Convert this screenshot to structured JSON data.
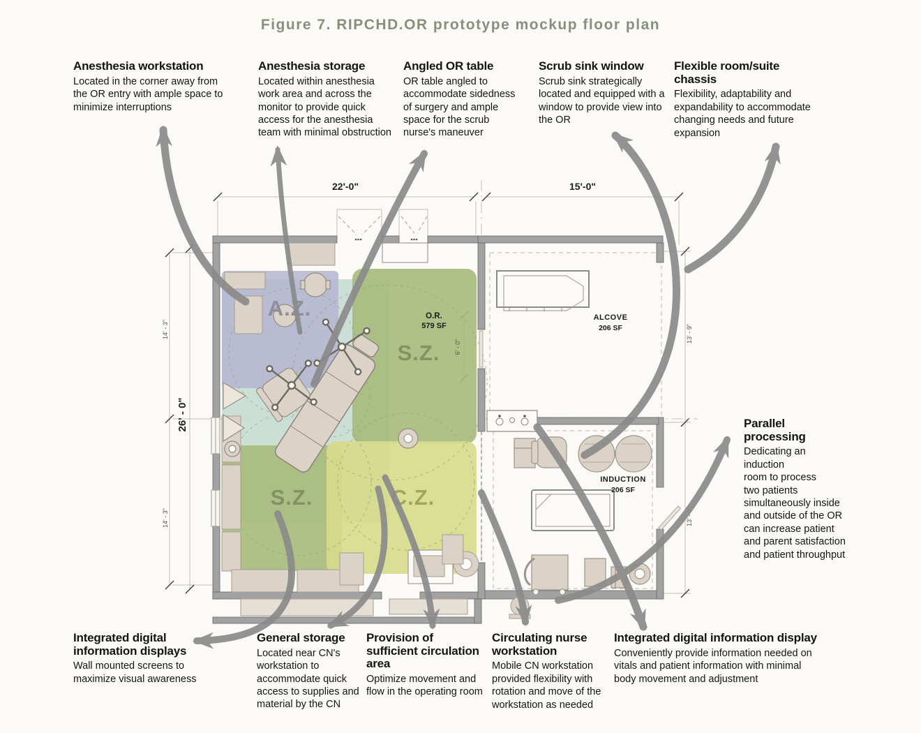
{
  "title": "Figure 7. RIPCHD.OR prototype mockup floor plan",
  "colors": {
    "title_accent": "#87907d",
    "arrow": "#8b8b8b",
    "zone_az": "#b6b6d2",
    "zone_sz": "#a8bc7d",
    "zone_cz": "#d7da8b",
    "zone_prep": "#c0d8cf",
    "wall": "#a2a2a2",
    "furniture": "#dcd3c8"
  },
  "annotations": {
    "top": [
      {
        "heading": "Anesthesia workstation",
        "body": "Located in the corner away from the OR entry with ample space to minimize interruptions"
      },
      {
        "heading": "Anesthesia storage",
        "body": "Located within anesthesia work area and across the monitor to provide quick access for the anesthesia team with minimal obstruction"
      },
      {
        "heading": "Angled OR table",
        "body": "OR table angled to accommodate sidedness of surgery and ample space for the scrub nurse's maneuver"
      },
      {
        "heading": "Scrub sink window",
        "body": "Scrub sink strategically located and equipped with a window to provide view into the OR"
      },
      {
        "heading": "Flexible room/suite chassis",
        "body": "Flexibility, adaptability and expandability to accommodate changing needs and future expansion"
      }
    ],
    "right": {
      "heading": "Parallel processing",
      "body": "Dedicating an\ninduction\nroom to process\ntwo patients\nsimultaneously inside\nand outside of the OR\ncan increase patient\nand parent satisfaction\nand patient throughput"
    },
    "bottom": [
      {
        "heading": "Integrated digital information displays",
        "body": "Wall mounted screens to maximize visual awareness"
      },
      {
        "heading": "General storage",
        "body": "Located near CN's workstation to accommodate quick access to supplies and material by the CN"
      },
      {
        "heading": "Provision of sufficient circulation area",
        "body": "Optimize movement and flow in the operating room"
      },
      {
        "heading": "Circulating nurse workstation",
        "body": "Mobile CN workstation provided flexibility with rotation and move of the workstation as needed"
      },
      {
        "heading": "Integrated digital information display",
        "body": "Conveniently provide information needed on vitals and patient information with minimal body movement and adjustment"
      }
    ]
  },
  "plan": {
    "rooms": {
      "or": {
        "label": "O.R.",
        "area": "579 SF"
      },
      "alcove": {
        "label": "ALCOVE",
        "area": "206 SF"
      },
      "induction": {
        "label": "INDUCTION",
        "area": "206 SF"
      }
    },
    "zones": {
      "az": "A.Z.",
      "sz_top": "S.Z.",
      "sz_bottom": "S.Z.",
      "cz": "C.Z."
    },
    "dims": {
      "top_left": "22'-0\"",
      "top_right": "15'-0\"",
      "left_total": "26' - 0\"",
      "left_upper": "14' - 3\"",
      "left_lower": "14' - 3\"",
      "right_upper": "13' - 9\"",
      "right_lower": "13' - 9\"",
      "or_door": "6' - 0\""
    }
  }
}
